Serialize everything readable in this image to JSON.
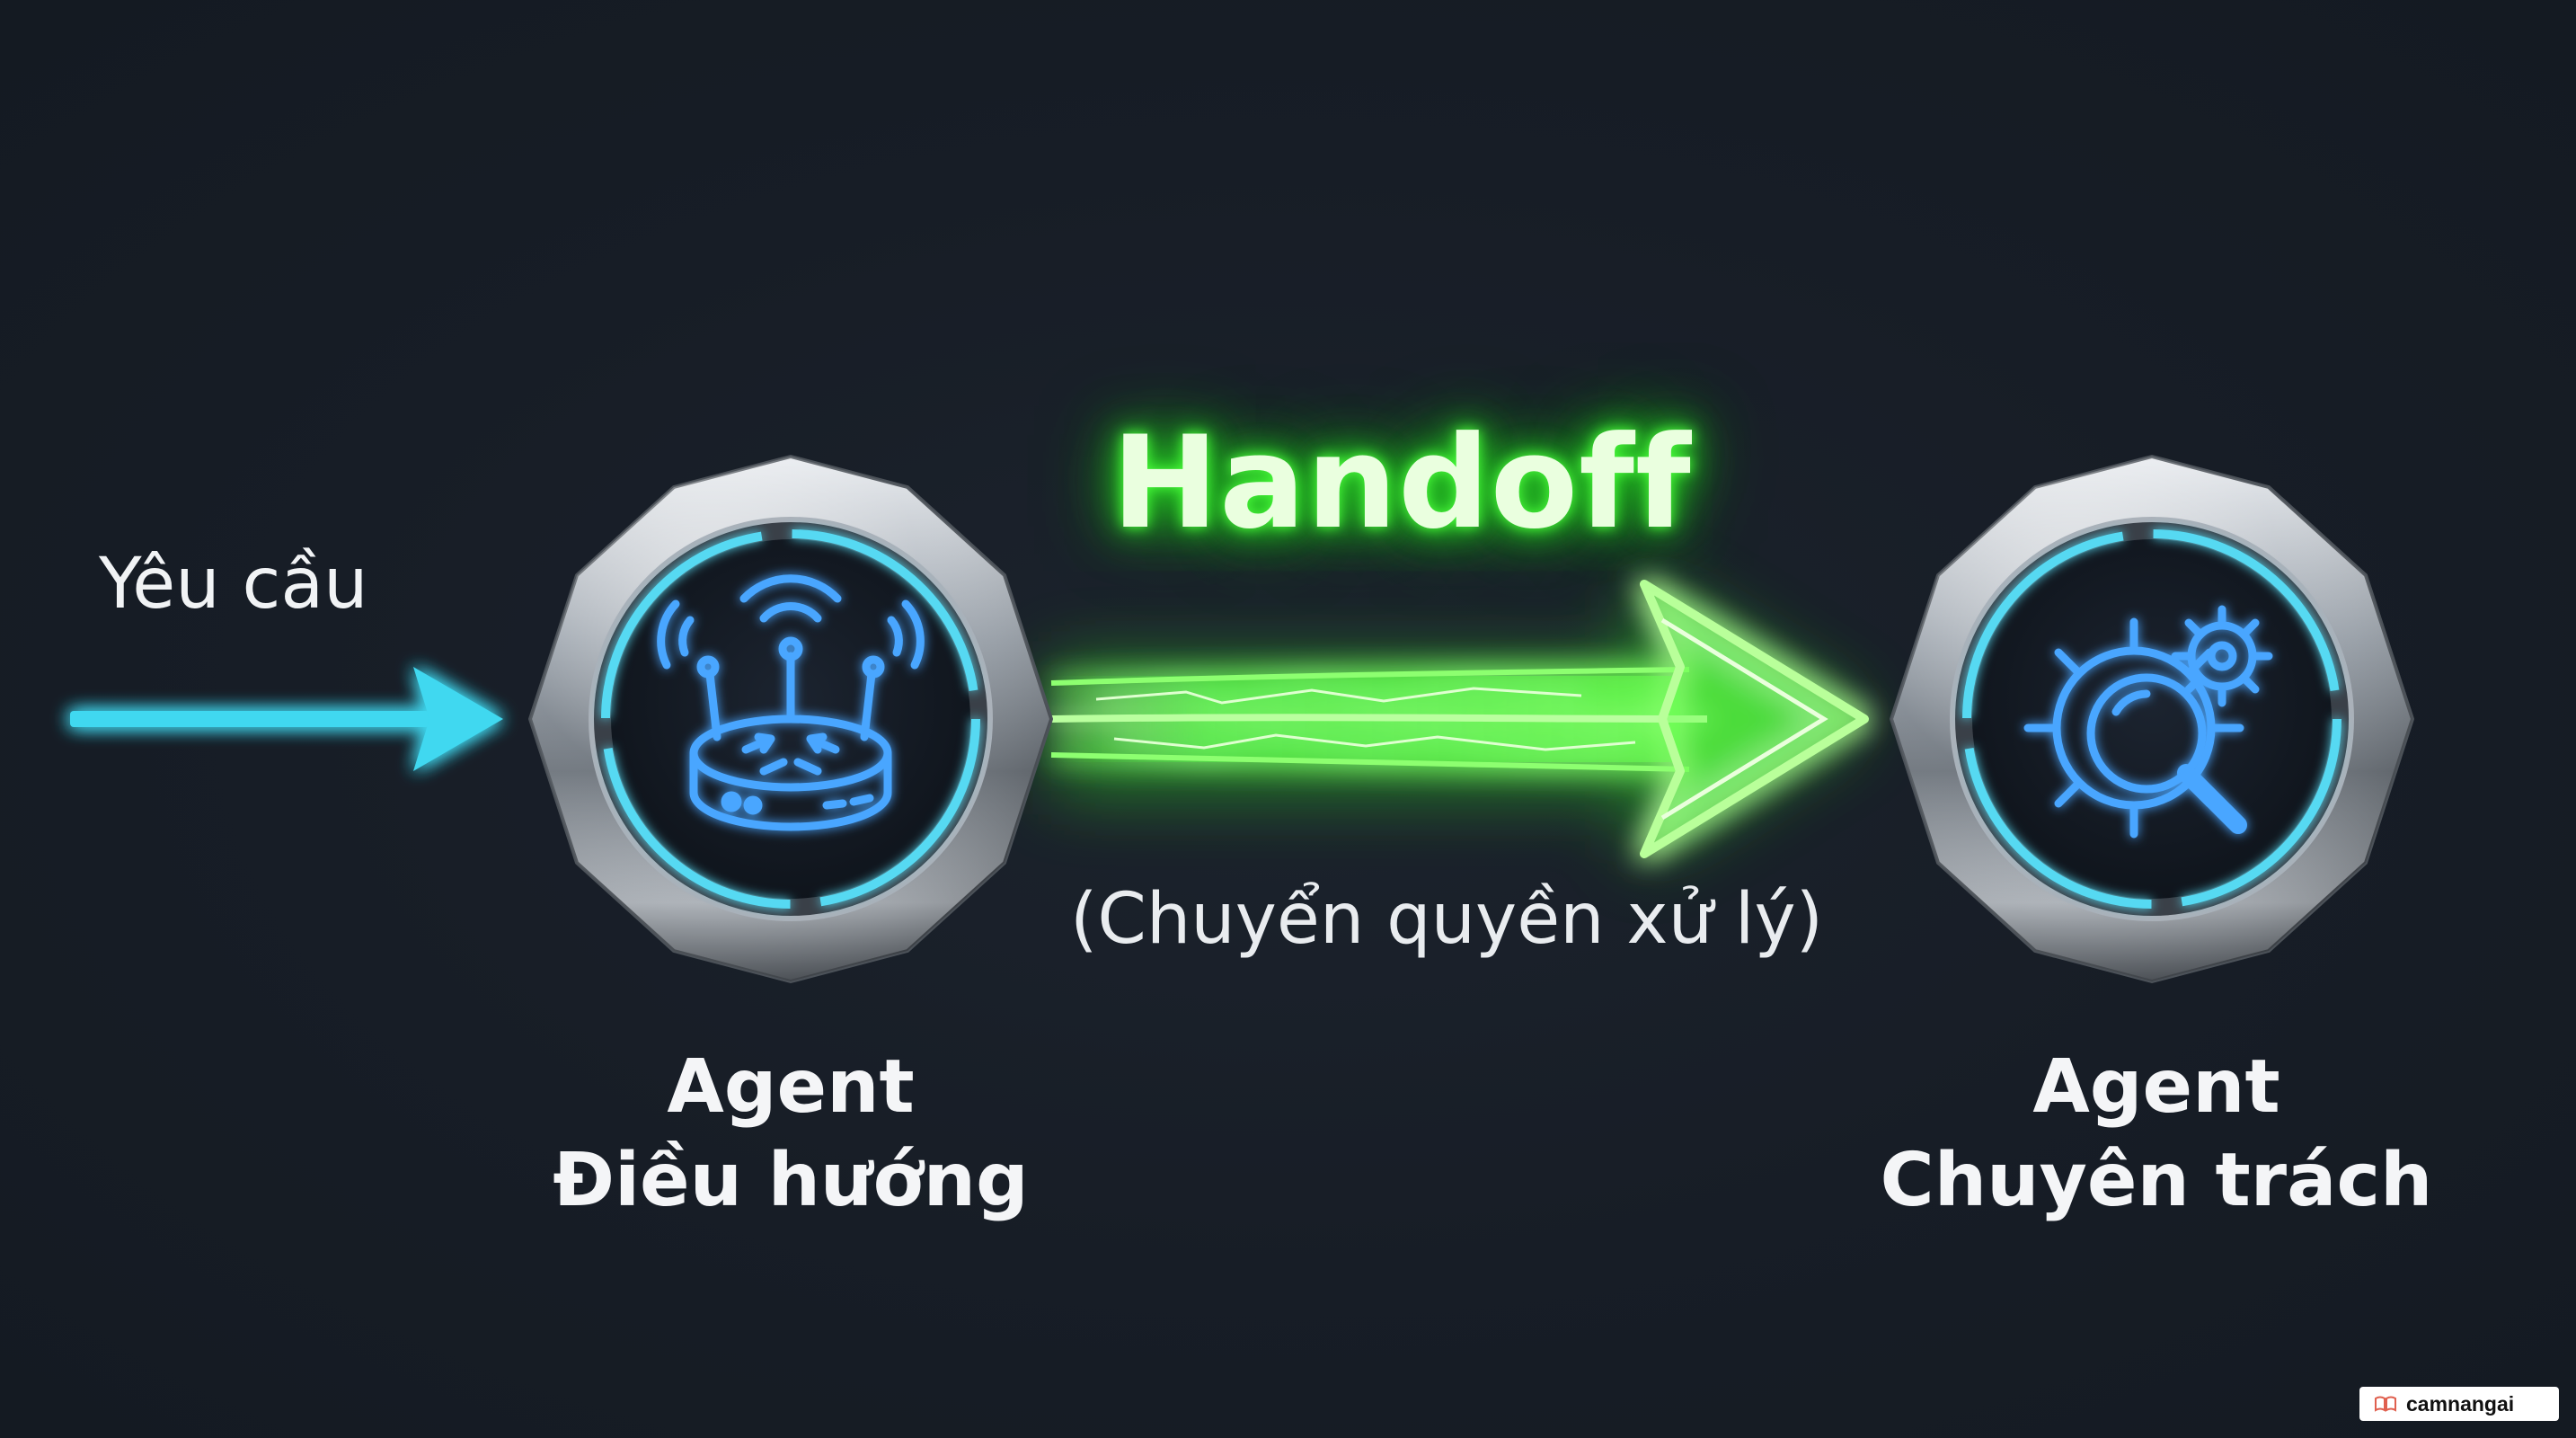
{
  "request": {
    "label": "Yêu cầu"
  },
  "handoff": {
    "title": "Handoff",
    "subtitle": "(Chuyển quyền xử lý)"
  },
  "agents": {
    "router": {
      "line1": "Agent",
      "line2": "Điều hướng",
      "icon": "router-icon"
    },
    "specialist": {
      "line1": "Agent",
      "line2": "Chuyên trách",
      "icon": "gear-magnifier-icon"
    }
  },
  "watermark": {
    "text": "camnangai"
  },
  "colors": {
    "background": "#171d26",
    "request_arrow": "#3fd8f0",
    "handoff_arrow": "#55ff3a",
    "icon_blue": "#4aa6ff",
    "ring_cyan": "#57d9f2"
  }
}
